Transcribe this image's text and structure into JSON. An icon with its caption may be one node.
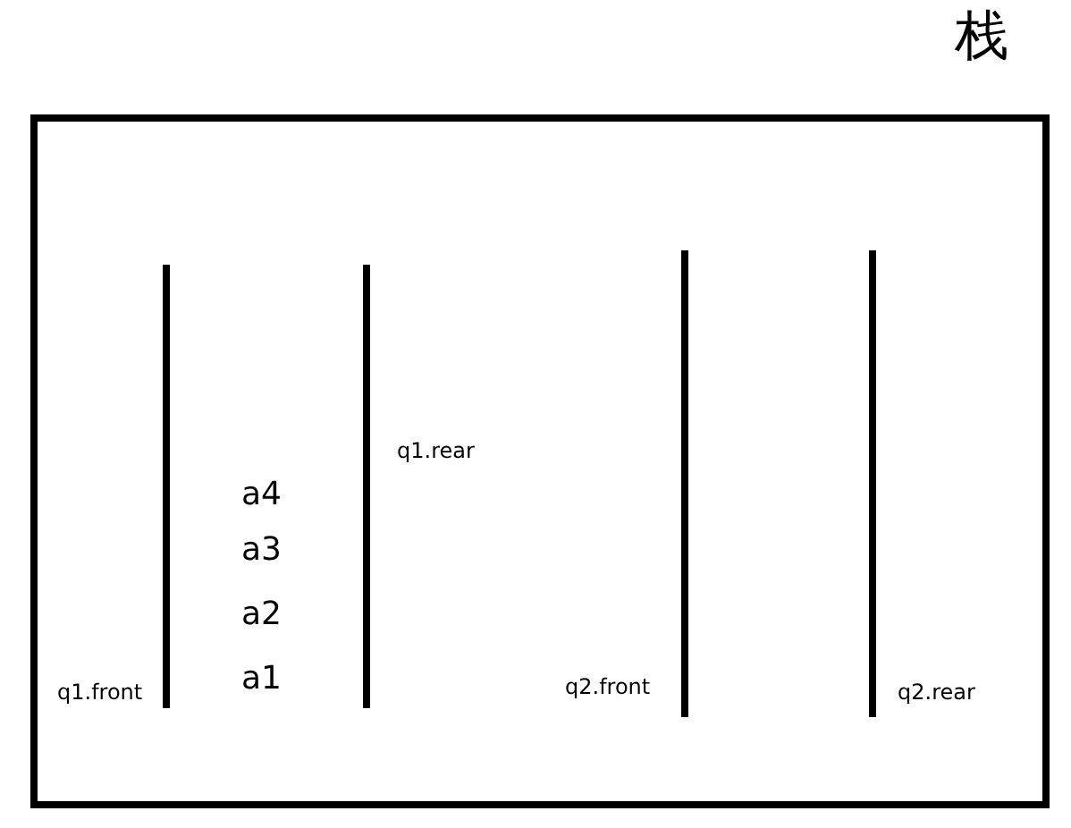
{
  "diagram": {
    "title": "栈",
    "labels": [
      "q1.rear",
      "a4",
      "a3",
      "a2",
      "a1",
      "q1.front",
      "q2.front",
      "q2.rear"
    ]
  }
}
